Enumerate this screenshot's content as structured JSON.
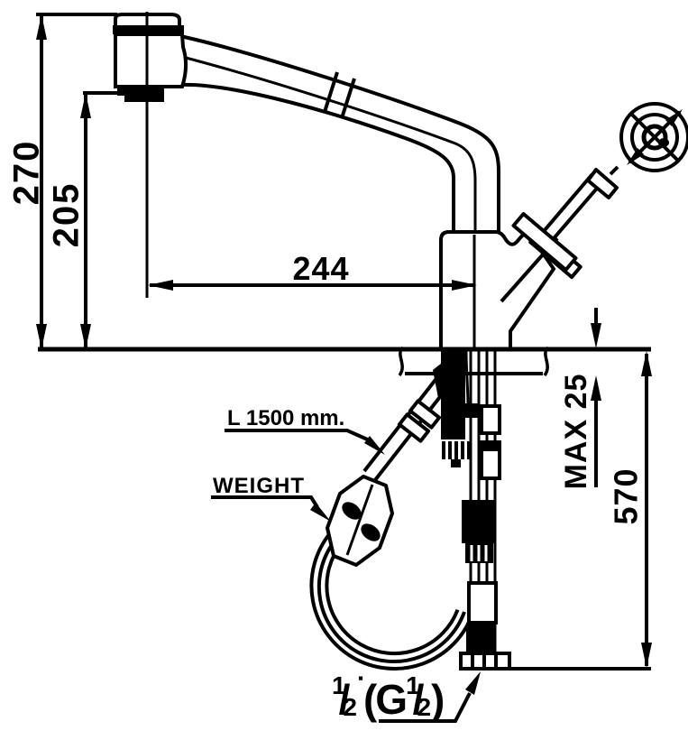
{
  "drawing": {
    "description": "Pull-out kitchen faucet dimensional technical drawing",
    "colors": {
      "line": "#000000",
      "background": "#ffffff"
    },
    "labels": {
      "overall_height": "270",
      "spout_height": "205",
      "spout_reach": "244",
      "counter_max_thickness": "MAX 25",
      "under_counter_height": "570",
      "hose_length": "L 1500 mm.",
      "weight": "WEIGHT",
      "connection_full": "½″(G½)",
      "connection_parts": {
        "num1": "1",
        "slash1": "/",
        "den1": "2",
        "inch_mark": "▪",
        "open": "(G",
        "num2": "1",
        "slash2": "/",
        "den2": "2",
        "close": ")"
      }
    }
  }
}
